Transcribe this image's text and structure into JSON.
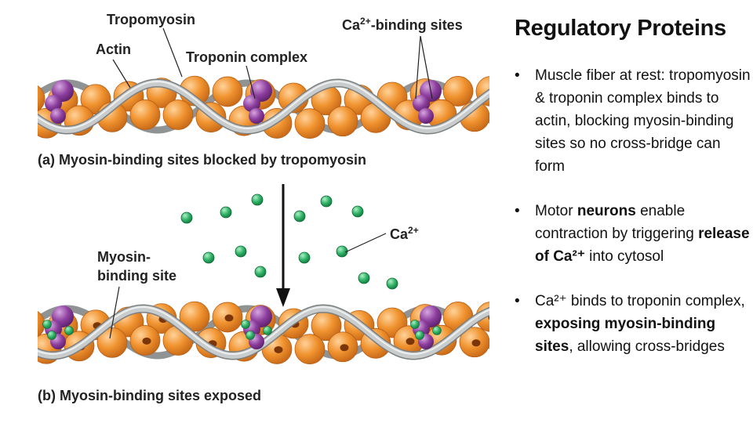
{
  "figure": {
    "labels": {
      "tropomyosin": "Tropomyosin",
      "ca_binding_sites_pre": "Ca",
      "ca_binding_sites_sup": "2+",
      "ca_binding_sites_post": "-binding sites",
      "actin": "Actin",
      "troponin_complex": "Troponin complex",
      "caption_a": "(a) Myosin-binding sites blocked by tropomyosin",
      "ca_ion_main": "Ca",
      "ca_ion_sup": "2+",
      "myosin_binding_site_line1": "Myosin-",
      "myosin_binding_site_line2": "binding site",
      "caption_b": "(b) Myosin-binding sites exposed"
    },
    "colors": {
      "actin": "#ee8f2e",
      "actin_dark": "#c1661a",
      "tropomyosin": "#b9bcbd",
      "troponin": "#8a3b9b",
      "calcium": "#2fb267"
    }
  },
  "slide": {
    "title": "Regulatory Proteins",
    "bullets": [
      {
        "t1": "Muscle fiber at rest: tropomyosin & troponin complex binds to actin, blocking myosin-binding sites so no cross-bridge can form"
      },
      {
        "t1": "Motor ",
        "b1": "neurons",
        "t2": " enable contraction by triggering ",
        "b2": "release of Ca²⁺",
        "t3": " into cytosol"
      },
      {
        "t1": "Ca²⁺ binds to troponin complex, ",
        "b1": "exposing myosin-binding sites",
        "t2": ", allowing cross-bridges"
      }
    ]
  }
}
